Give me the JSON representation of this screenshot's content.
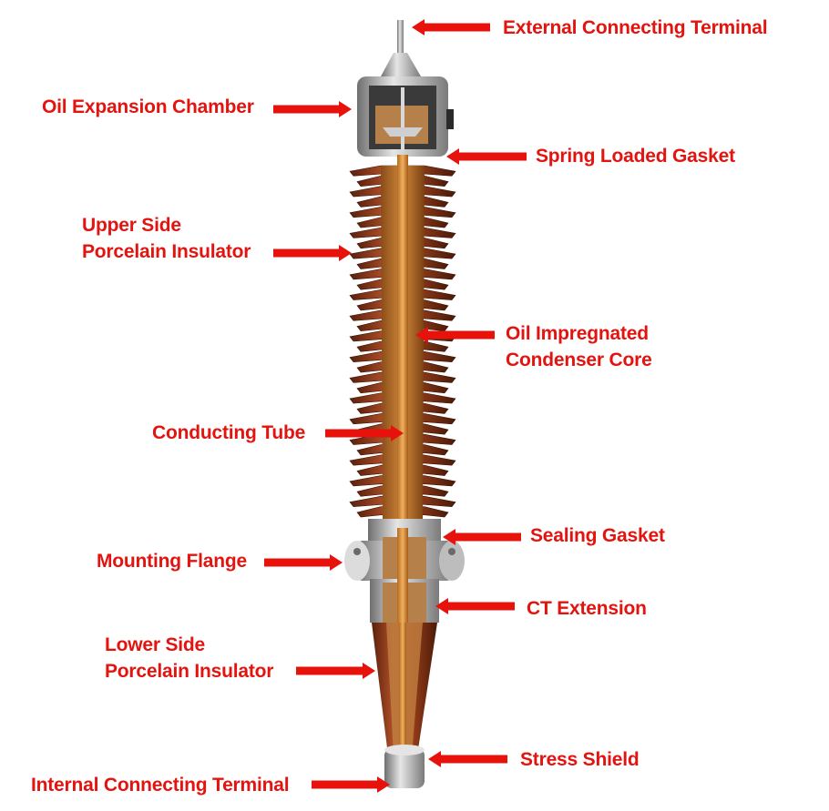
{
  "colors": {
    "label": "#e3140f",
    "arrow": "#e8120c",
    "porcelain": "#a8451f",
    "porcelain_dark": "#6e2a12",
    "metal": "#c9c9c9",
    "copper": "#c9782a"
  },
  "labels": {
    "external_terminal": "External Connecting Terminal",
    "oil_chamber": "Oil Expansion Chamber",
    "spring_gasket": "Spring Loaded Gasket",
    "upper_insulator_1": "Upper Side",
    "upper_insulator_2": "Porcelain Insulator",
    "condenser_core_1": "Oil Impregnated",
    "condenser_core_2": "Condenser Core",
    "conducting_tube": "Conducting Tube",
    "sealing_gasket": "Sealing Gasket",
    "mounting_flange": "Mounting Flange",
    "ct_extension": "CT Extension",
    "lower_insulator_1": "Lower Side",
    "lower_insulator_2": "Porcelain Insulator",
    "stress_shield": "Stress Shield",
    "internal_terminal": "Internal Connecting Terminal"
  }
}
